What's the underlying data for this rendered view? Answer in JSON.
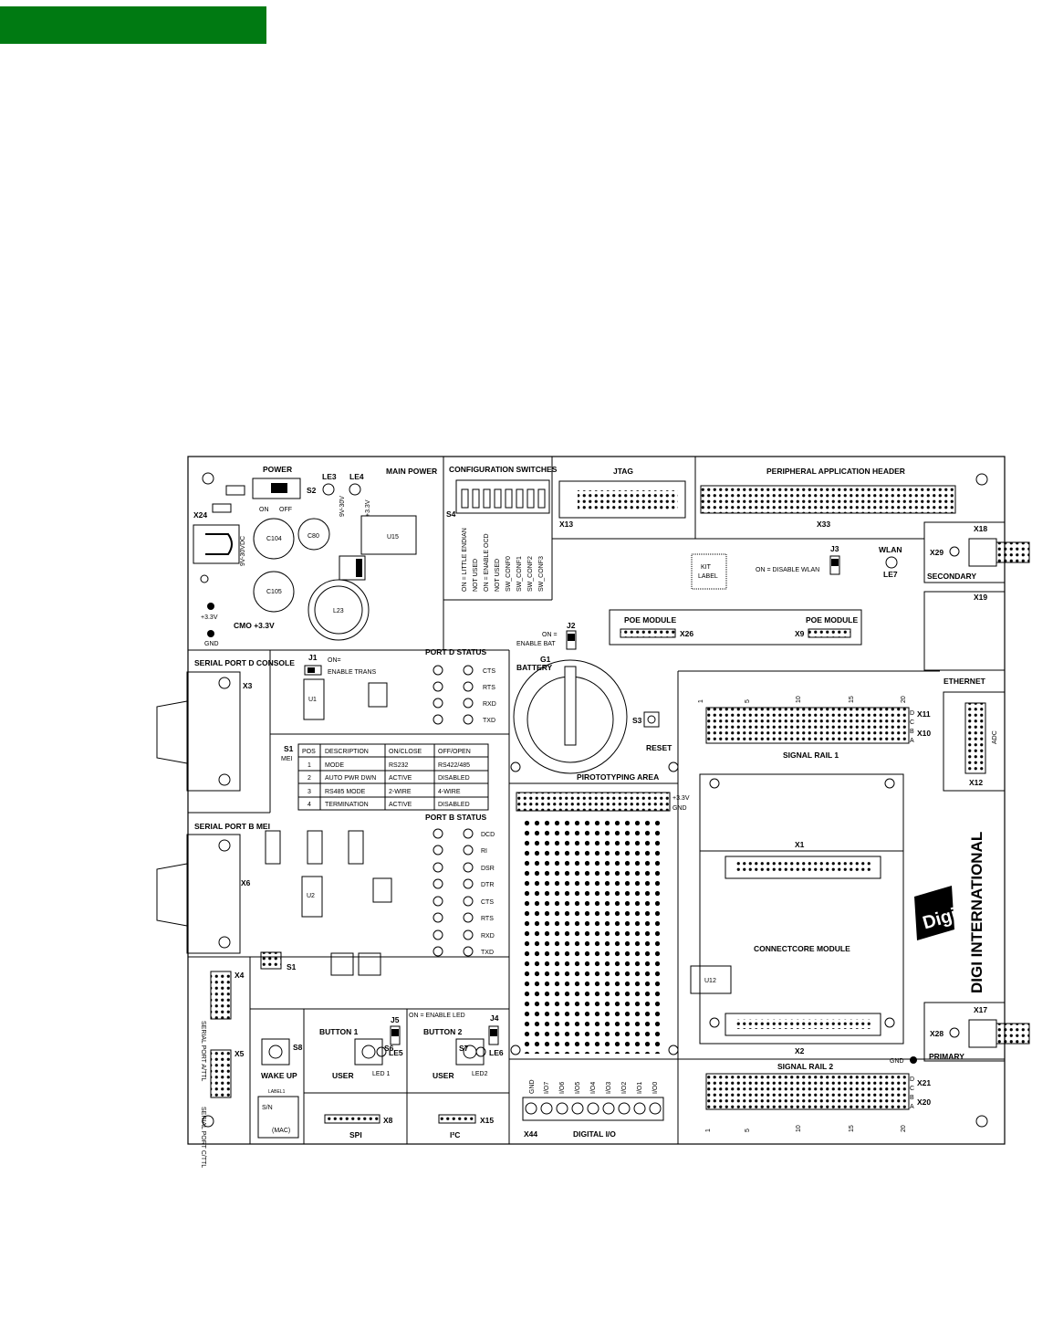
{
  "board": {
    "sections": {
      "power": "POWER",
      "main_power": "MAIN POWER",
      "config_switches": "CONFIGURATION SWITCHES",
      "jtag": "JTAG",
      "peripheral_header": "PERIPHERAL APPLICATION HEADER",
      "serial_port_d": "SERIAL PORT D CONSOLE",
      "port_d_status": "PORT D STATUS",
      "serial_port_b": "SERIAL PORT B MEI",
      "port_b_status": "PORT B STATUS",
      "prototyping": "PIROTOTYPING AREA",
      "signal_rail_1": "SIGNAL RAIL 1",
      "signal_rail_2": "SIGNAL RAIL 2",
      "connectcore": "CONNECTCORE MODULE",
      "digital_io": "DIGITAL I/O",
      "ethernet": "ETHERNET",
      "adc": "ADC",
      "secondary": "SECONDARY",
      "primary": "PRIMARY",
      "spi": "SPI",
      "i2c": "I²C",
      "serial_a": "SERIAL PORT A/TTL",
      "serial_c": "SERIAL PORT C/TTL",
      "wlan": "WLAN",
      "poe_module": "POE MODULE",
      "battery": "BATTERY",
      "reset": "RESET",
      "wake_up": "WAKE UP",
      "button1": "BUTTON 1",
      "button2": "BUTTON 2",
      "user": "USER",
      "led1": "LED 1",
      "led2": "LED2",
      "kit_label_1": "KIT",
      "kit_label_2": "LABEL",
      "sn": "S/N",
      "mac": "(MAC)",
      "label1": "LABEL1"
    },
    "notes": {
      "enable_trans_1": "ON=",
      "enable_trans_2": "ENABLE TRANS",
      "enable_bat_1": "ON =",
      "enable_bat_2": "ENABLE BAT",
      "disable_wlan": "ON = DISABLE WLAN",
      "enable_led": "ON = ENABLE LED",
      "cmo": "CMO +3.3V",
      "v33": "+3.3V",
      "gnd": "GND",
      "on": "ON",
      "off": "OFF",
      "vin": "9V-30VDC",
      "le4_v": "+3.3V",
      "le3_v": "9V-30V",
      "mei": "MEI"
    },
    "refs": {
      "x24": "X24",
      "x3": "X3",
      "x6": "X6",
      "x4": "X4",
      "x5": "X5",
      "x8": "X8",
      "x15": "X15",
      "x13": "X13",
      "x33": "X33",
      "x18": "X18",
      "x29": "X29",
      "x19": "X19",
      "x26": "X26",
      "x9": "X9",
      "x11": "X11",
      "x10": "X10",
      "x12": "X12",
      "x1": "X1",
      "x2": "X2",
      "x17": "X17",
      "x28": "X28",
      "x21": "X21",
      "x20": "X20",
      "x44": "X44",
      "s1": "S1",
      "s2": "S2",
      "s3": "S3",
      "s4": "S4",
      "s6": "S6",
      "s7": "S7",
      "s8": "S8",
      "j1": "J1",
      "j2": "J2",
      "j3": "J3",
      "j4": "J4",
      "j5": "J5",
      "le3": "LE3",
      "le4": "LE4",
      "le5": "LE5",
      "le6": "LE6",
      "le7": "LE7",
      "g1": "G1",
      "u1": "U1",
      "u2": "U2",
      "u12": "U12",
      "u15": "U15",
      "l23": "L23",
      "c104": "C104",
      "c105": "C105",
      "c80": "C80"
    },
    "config_switch_labels": [
      "ON = LITTLE ENDIAN",
      "NOT USED",
      "ON = ENABLE OCD",
      "NOT USED",
      "SW_CONF0",
      "SW_CONF1",
      "SW_CONF2",
      "SW_CONF3"
    ],
    "port_d_signals": [
      "CTS",
      "RTS",
      "RXD",
      "TXD"
    ],
    "port_b_signals": [
      "DCD",
      "RI",
      "DSR",
      "DTR",
      "CTS",
      "RTS",
      "RXD",
      "TXD"
    ],
    "mei_table": {
      "headers": [
        "POS",
        "DESCRIPTION",
        "ON/CLOSE",
        "OFF/OPEN"
      ],
      "rows": [
        [
          "1",
          "MODE",
          "RS232",
          "RS422/485"
        ],
        [
          "2",
          "AUTO PWR DWN",
          "ACTIVE",
          "DISABLED"
        ],
        [
          "3",
          "RS485 MODE",
          "2-WIRE",
          "4-WIRE"
        ],
        [
          "4",
          "TERMINATION",
          "ACTIVE",
          "DISABLED"
        ]
      ]
    },
    "digital_io_pins": [
      "GND",
      "I/O7",
      "I/O6",
      "I/O5",
      "I/O4",
      "I/O3",
      "I/O2",
      "I/O1",
      "I/O0"
    ],
    "rail_rows": [
      "D",
      "C",
      "B",
      "A"
    ],
    "rail_numbers": [
      "1",
      "5",
      "10",
      "15",
      "20"
    ],
    "brand": "DIGI INTERNATIONAL",
    "logo": "Digi"
  },
  "colors": {
    "bar": "#007a12",
    "ink": "#000000",
    "paper": "#ffffff"
  }
}
